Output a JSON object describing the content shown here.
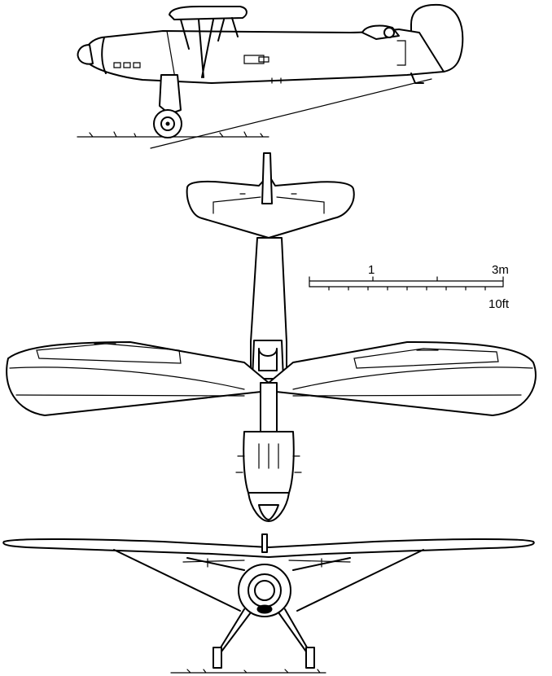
{
  "scale_bar": {
    "metric_label_1": "1",
    "metric_label_3": "3m",
    "imperial_label": "10ft"
  },
  "views": [
    "side-view",
    "top-view",
    "front-view"
  ]
}
